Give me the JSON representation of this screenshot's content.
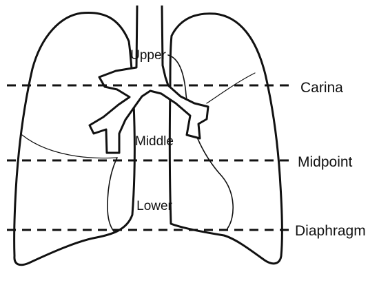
{
  "zones": {
    "upper": "Upper",
    "middle": "Middle",
    "lower": "Lower"
  },
  "levels": {
    "carina": "Carina",
    "midpoint": "Midpoint",
    "diaphragm": "Diaphragm"
  }
}
